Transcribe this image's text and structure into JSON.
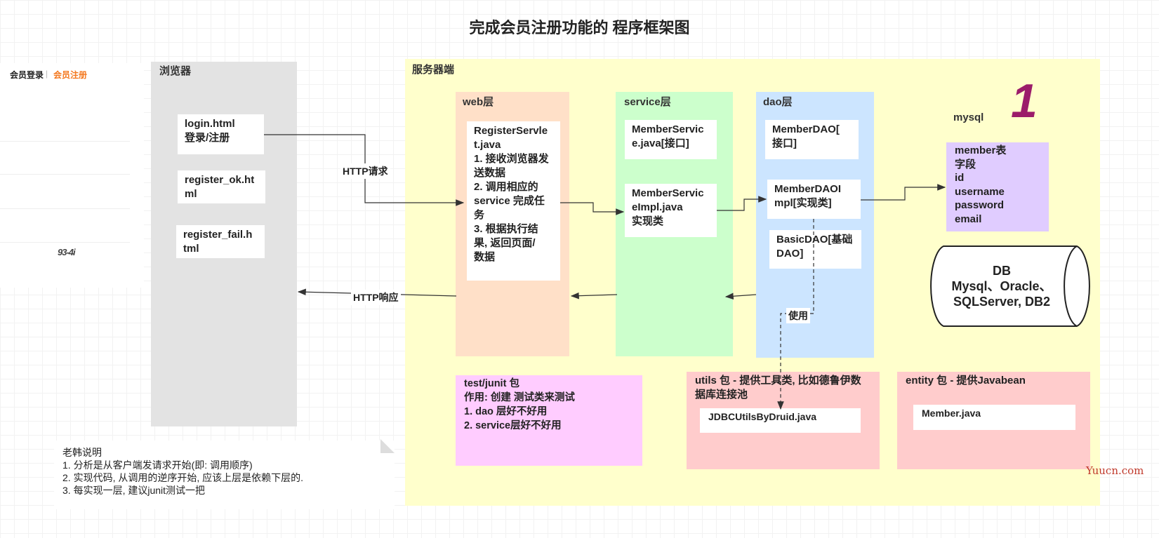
{
  "title": "完成会员注册功能的 程序框架图",
  "login_panel": {
    "tab_login": "会员登录",
    "separator": "|",
    "tab_register": "会员注册",
    "captcha": "93-4i"
  },
  "browser": {
    "label": "浏览器",
    "pages": [
      {
        "text": "login.html\n登录/注册"
      },
      {
        "text": "register_ok.ht\nml"
      },
      {
        "text": "register_fail.h\ntml"
      }
    ]
  },
  "server": {
    "label": "服务器端",
    "web": {
      "label": "web层",
      "box": "RegisterServle\nt.java\n1. 接收浏览器发\n送数据\n2. 调用相应的\nservice 完成任\n务\n3. 根据执行结\n果, 返回页面/\n数据"
    },
    "service": {
      "label": "service层",
      "box1": "MemberServic\ne.java[接口]",
      "box2": "MemberServic\neImpl.java\n实现类"
    },
    "dao": {
      "label": "dao层",
      "box1": "MemberDAO[\n接口]",
      "box2": "MemberDAOI\nmpl[实现类]",
      "box3": "BasicDAO[基础\nDAO]",
      "use_label": "使用"
    },
    "mysql": {
      "label": "mysql",
      "box": "member表\n字段\nid\nusername\npassword\nemail"
    },
    "db": {
      "line1": "DB",
      "line2": "Mysql、Oracle、",
      "line3": "SQLServer, DB2"
    },
    "big_number": "1",
    "test_pkg": "test/junit 包\n作用: 创建 测试类来测试\n1. dao 层好不好用\n2. service层好不好用",
    "utils_pkg": {
      "label": "utils 包 - 提供工具类, 比如德鲁伊数\n据库连接池",
      "box": "JDBCUtilsByDruid.java"
    },
    "entity_pkg": {
      "label": "entity 包 - 提供Javabean",
      "box": "Member.java"
    }
  },
  "edges": {
    "http_request": "HTTP请求",
    "http_response": "HTTP响应"
  },
  "note": "老韩说明\n1. 分析是从客户端发请求开始(即: 调用顺序)\n2. 实现代码, 从调用的逆序开始, 应该上层是依赖下层的.\n3. 每实现一层, 建议junit测试一把",
  "watermark": "Yuucn.com",
  "colors": {
    "browser_bg": "#e3e3e3",
    "server_bg": "#ffffcc",
    "web_bg": "#ffe0c8",
    "service_bg": "#ccffcc",
    "dao_bg": "#cce5ff",
    "mysql_bg": "#e0ccff",
    "test_bg": "#ffccff",
    "pkg_bg": "#ffcccc",
    "accent_orange": "#f47920",
    "big_number": "#9b1c6a"
  }
}
